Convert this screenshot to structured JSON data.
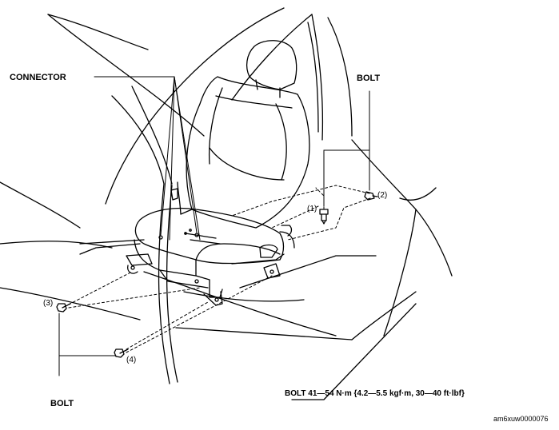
{
  "labels": {
    "connector": "CONNECTOR",
    "bolt_top": "BOLT",
    "bolt_bottom": "BOLT",
    "callout_1": "(1)",
    "callout_2": "(2)",
    "callout_3": "(3)",
    "callout_4": "(4)",
    "torque_spec": "BOLT  41—54 N·m {4.2—5.5 kgf·m, 30—40 ft·lbf}",
    "figure_code": "am6xuw0000076"
  }
}
